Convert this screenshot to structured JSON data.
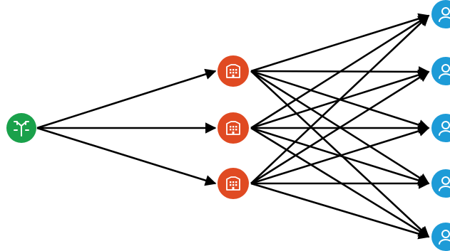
{
  "diagram": {
    "nodes": [
      {
        "id": "source",
        "kind": "distribution-hub",
        "icon": "split-arrows-icon",
        "color": "#1aa14b"
      },
      {
        "id": "hub-1",
        "kind": "building",
        "icon": "building-icon",
        "color": "#e04a22"
      },
      {
        "id": "hub-2",
        "kind": "building",
        "icon": "building-icon",
        "color": "#e04a22"
      },
      {
        "id": "hub-3",
        "kind": "building",
        "icon": "building-icon",
        "color": "#e04a22"
      },
      {
        "id": "user-1",
        "kind": "user",
        "icon": "user-icon",
        "color": "#1d9bd7"
      },
      {
        "id": "user-2",
        "kind": "user",
        "icon": "user-icon",
        "color": "#1d9bd7"
      },
      {
        "id": "user-3",
        "kind": "user",
        "icon": "user-icon",
        "color": "#1d9bd7"
      },
      {
        "id": "user-4",
        "kind": "user",
        "icon": "user-icon",
        "color": "#1d9bd7"
      },
      {
        "id": "user-5",
        "kind": "user",
        "icon": "user-icon",
        "color": "#1d9bd7"
      }
    ],
    "edges": [
      [
        "source",
        "hub-1"
      ],
      [
        "source",
        "hub-2"
      ],
      [
        "source",
        "hub-3"
      ],
      [
        "hub-1",
        "user-1"
      ],
      [
        "hub-1",
        "user-2"
      ],
      [
        "hub-1",
        "user-3"
      ],
      [
        "hub-1",
        "user-4"
      ],
      [
        "hub-1",
        "user-5"
      ],
      [
        "hub-2",
        "user-1"
      ],
      [
        "hub-2",
        "user-2"
      ],
      [
        "hub-2",
        "user-3"
      ],
      [
        "hub-2",
        "user-4"
      ],
      [
        "hub-2",
        "user-5"
      ],
      [
        "hub-3",
        "user-1"
      ],
      [
        "hub-3",
        "user-2"
      ],
      [
        "hub-3",
        "user-3"
      ],
      [
        "hub-3",
        "user-4"
      ],
      [
        "hub-3",
        "user-5"
      ]
    ],
    "edge_color": "#000000"
  }
}
